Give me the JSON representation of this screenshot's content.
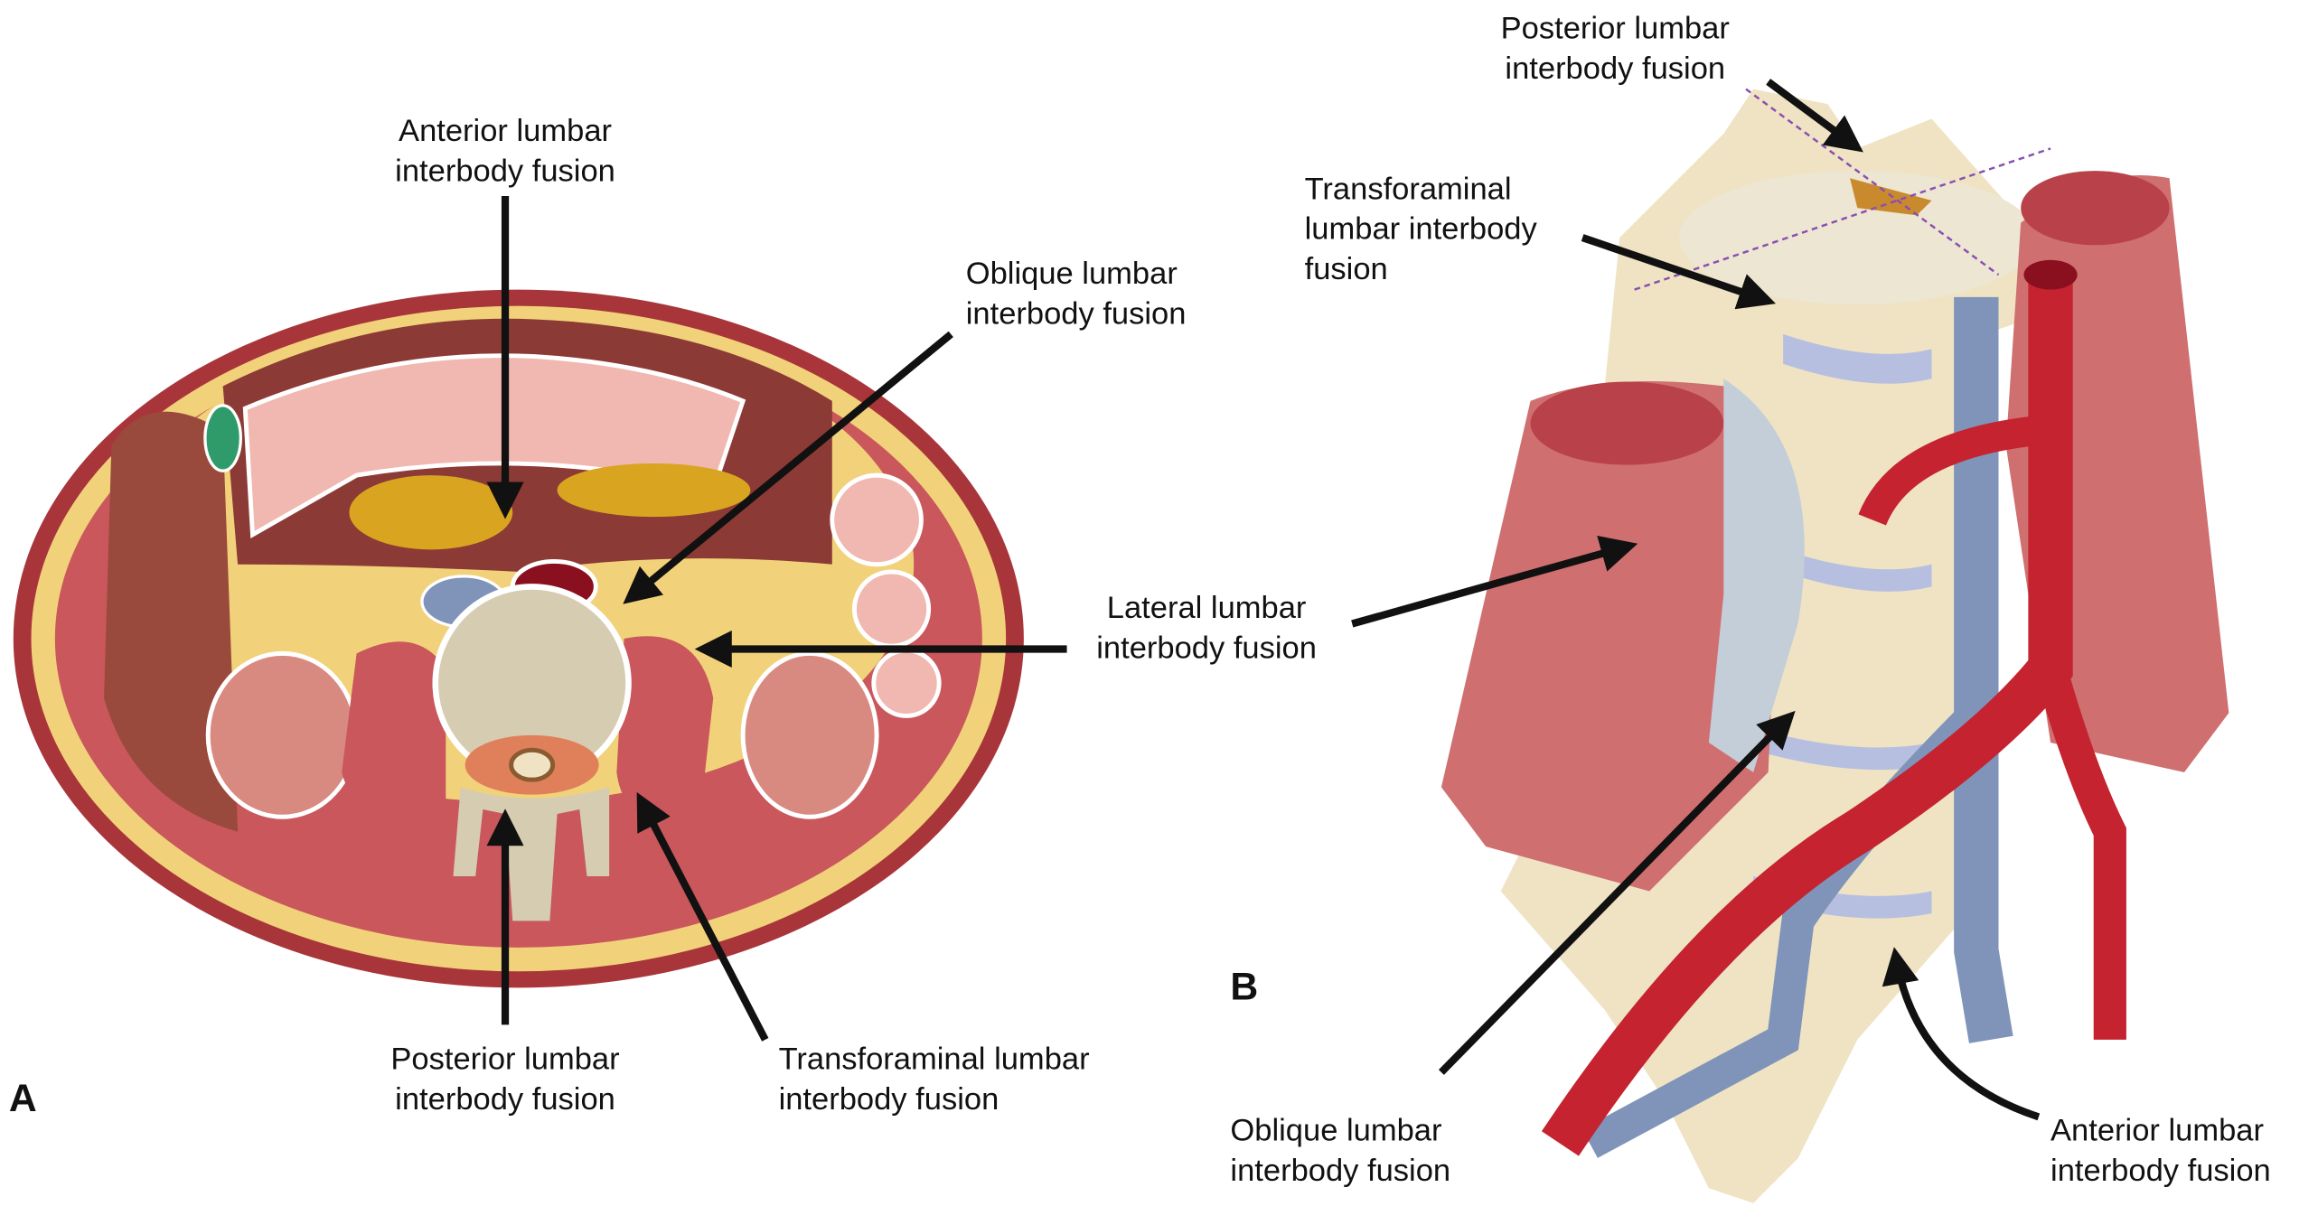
{
  "panel_a": {
    "label": "A",
    "anterior": [
      "Anterior lumbar",
      "interbody fusion"
    ],
    "oblique": [
      "Oblique lumbar",
      "interbody fusion"
    ],
    "lateral": [
      "Lateral lumbar",
      "interbody fusion"
    ],
    "posterior": [
      "Posterior lumbar",
      "interbody fusion"
    ],
    "transforaminal": [
      "Transforaminal lumbar",
      "interbody fusion"
    ]
  },
  "panel_b": {
    "label": "B",
    "posterior": [
      "Posterior lumbar",
      "interbody fusion"
    ],
    "transforaminal": [
      "Transforaminal",
      "lumbar interbody",
      "fusion"
    ],
    "oblique": [
      "Oblique lumbar",
      "interbody fusion"
    ],
    "anterior": [
      "Anterior lumbar",
      "interbody fusion"
    ]
  },
  "colors": {
    "muscle": "#c9575c",
    "fat": "#f1d27a",
    "bone": "#efe3c4",
    "artery": "#c4232f",
    "vein": "#7f94b8",
    "disc": "#b6bfe0",
    "skin": "#a8353a"
  }
}
